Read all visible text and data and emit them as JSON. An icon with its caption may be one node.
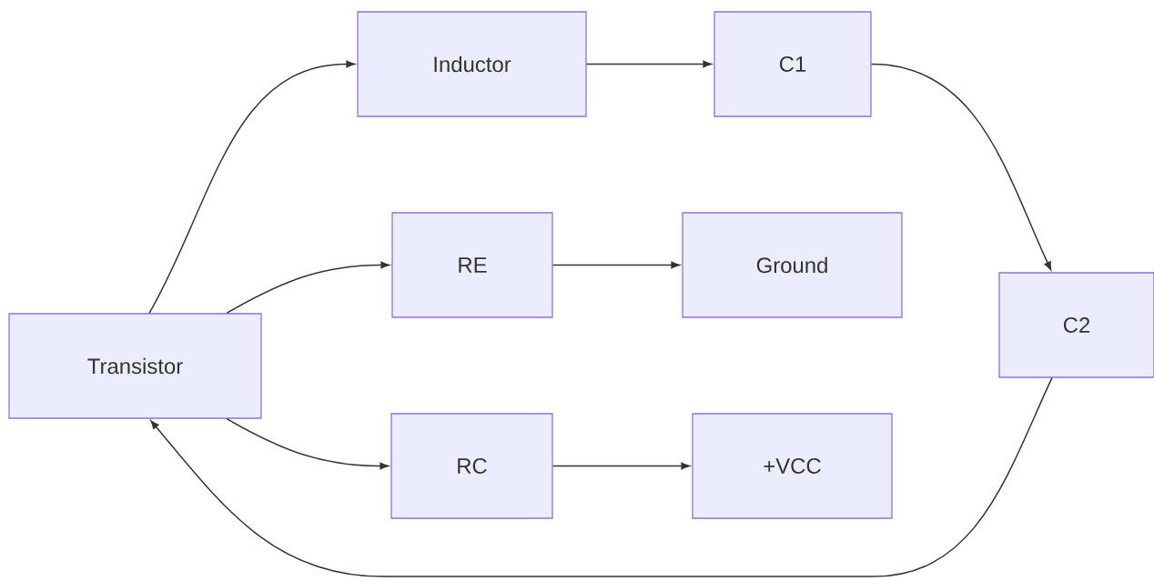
{
  "diagram": {
    "nodes": [
      {
        "text": [
          "Transistor"
        ]
      },
      {
        "text": [
          "Inductor"
        ]
      },
      {
        "text": [
          "C1"
        ]
      },
      {
        "text": [
          "RE"
        ]
      },
      {
        "text": [
          "Ground"
        ]
      },
      {
        "text": [
          "C2"
        ]
      },
      {
        "text": [
          "RC"
        ]
      },
      {
        "text": [
          "+VCC"
        ]
      }
    ],
    "edges": [
      {
        "from": 0,
        "to": 1,
        "arrow": "to"
      },
      {
        "from": 1,
        "to": 2,
        "arrow": "to"
      },
      {
        "from": 2,
        "to": 5,
        "arrow": "to"
      },
      {
        "from": 0,
        "to": 3,
        "arrow": "to"
      },
      {
        "from": 3,
        "to": 4,
        "arrow": "to"
      },
      {
        "from": 0,
        "to": 6,
        "arrow": "to"
      },
      {
        "from": 6,
        "to": 7,
        "arrow": "to"
      },
      {
        "from": 5,
        "to": 0,
        "arrow": "to"
      }
    ]
  }
}
